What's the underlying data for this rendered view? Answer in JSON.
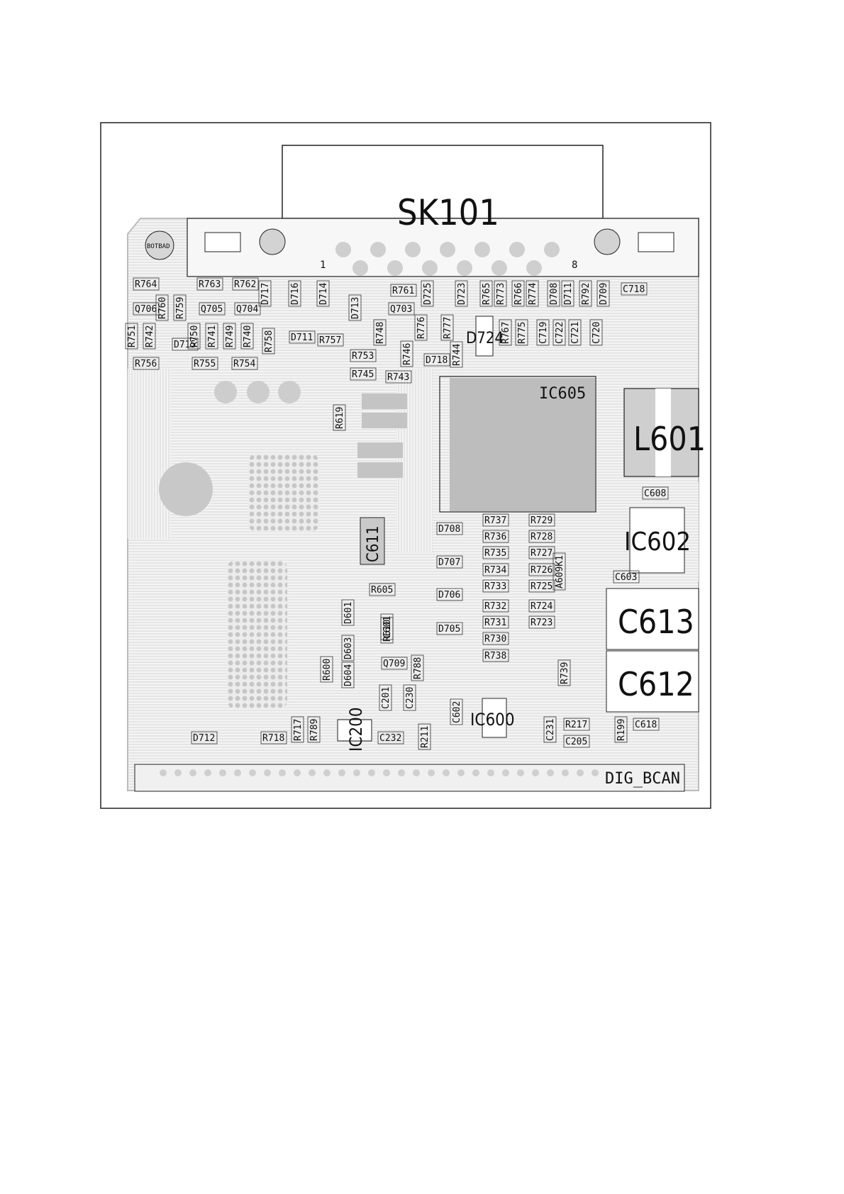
{
  "connector": {
    "ref": "SK101",
    "pin_first": "1",
    "pin_last": "8"
  },
  "fiducial": "BOTBAD",
  "board_label": "DIG_BCAN",
  "large_parts": {
    "ic605": "IC605",
    "l601": "L601",
    "ic602": "IC602",
    "c613": "C613",
    "c612": "C612",
    "c611": "C611",
    "ic600": "IC600",
    "ic200": "IC200",
    "d724": "D724"
  },
  "small_labels": [
    "R764",
    "R763",
    "R762",
    "R761",
    "C718",
    "Q706",
    "R760",
    "R759",
    "Q705",
    "Q704",
    "D717",
    "D716",
    "D714",
    "D713",
    "Q703",
    "D725",
    "D723",
    "R765",
    "R773",
    "R766",
    "R774",
    "D708",
    "D711",
    "R792",
    "D709",
    "R751",
    "R742",
    "D715",
    "R750",
    "R741",
    "R749",
    "R740",
    "R758",
    "D711",
    "R757",
    "R748",
    "R746",
    "R776",
    "R777",
    "R767",
    "R775",
    "C719",
    "C722",
    "C721",
    "C720",
    "R756",
    "R755",
    "R754",
    "R753",
    "R745",
    "R743",
    "D718",
    "R744",
    "R619",
    "C608",
    "D708",
    "D707",
    "D706",
    "D705",
    "R737",
    "R736",
    "R735",
    "R734",
    "R733",
    "R732",
    "R731",
    "R730",
    "R738",
    "R729",
    "R728",
    "R727",
    "R726",
    "R725",
    "R724",
    "R723",
    "A609K1",
    "C603",
    "R605",
    "D601",
    "C601",
    "R610",
    "D603",
    "R600",
    "D604",
    "Q709",
    "R788",
    "C201",
    "C230",
    "C602",
    "C231",
    "R217",
    "C205",
    "R739",
    "R199",
    "C618",
    "D712",
    "R718",
    "R717",
    "R789",
    "C232",
    "R211"
  ]
}
